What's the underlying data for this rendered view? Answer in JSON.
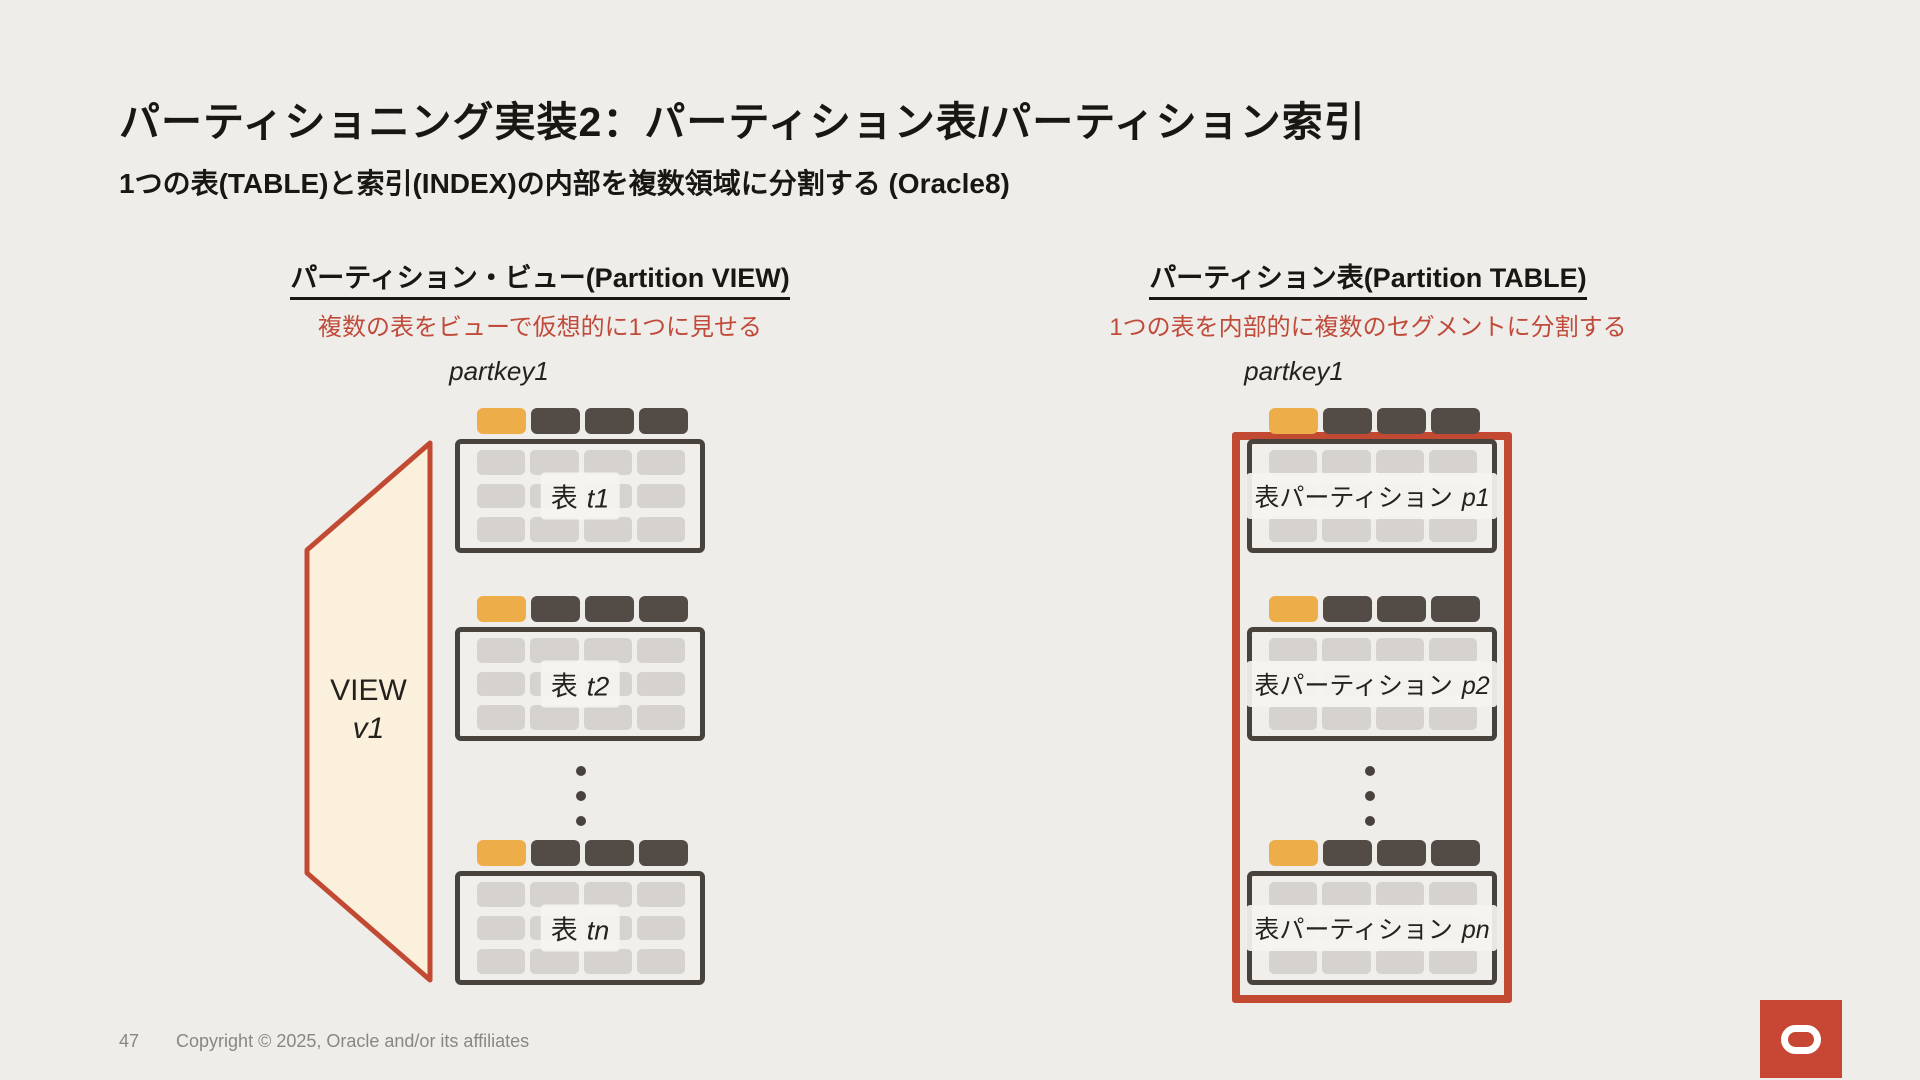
{
  "slide": {
    "title": "パーティショニング実装2：パーティション表/パーティション索引",
    "subtitle": "1つの表(TABLE)と索引(INDEX)の内部を複数領域に分割する (Oracle8)",
    "page_number": "47",
    "copyright": "Copyright © 2025, Oracle and/or its affiliates"
  },
  "left_panel": {
    "heading": "パーティション・ビュー(Partition VIEW)",
    "subheading": "複数の表をビューで仮想的に1つに見せる",
    "partkey_label": "partkey1",
    "view_label": "VIEW",
    "view_name": "v1",
    "tables": [
      {
        "prefix": "表",
        "name": "t1"
      },
      {
        "prefix": "表",
        "name": "t2"
      },
      {
        "prefix": "表",
        "name": "tn"
      }
    ]
  },
  "right_panel": {
    "heading": "パーティション表(Partition TABLE)",
    "subheading": "1つの表を内部的に複数のセグメントに分割する",
    "partkey_label": "partkey1",
    "tables": [
      {
        "prefix": "表パーティション",
        "name": "p1"
      },
      {
        "prefix": "表パーティション",
        "name": "p2"
      },
      {
        "prefix": "表パーティション",
        "name": "pn"
      }
    ]
  },
  "colors": {
    "accent_red": "#C74634",
    "diagram_red": "#C24A33",
    "red_text": "#C04B3A",
    "key_orange": "#EDAD49",
    "header_dark": "#534C46",
    "cell_gray": "#D6D3CF",
    "funnel_fill": "#FAF0DB",
    "background": "#EFEDEA"
  }
}
